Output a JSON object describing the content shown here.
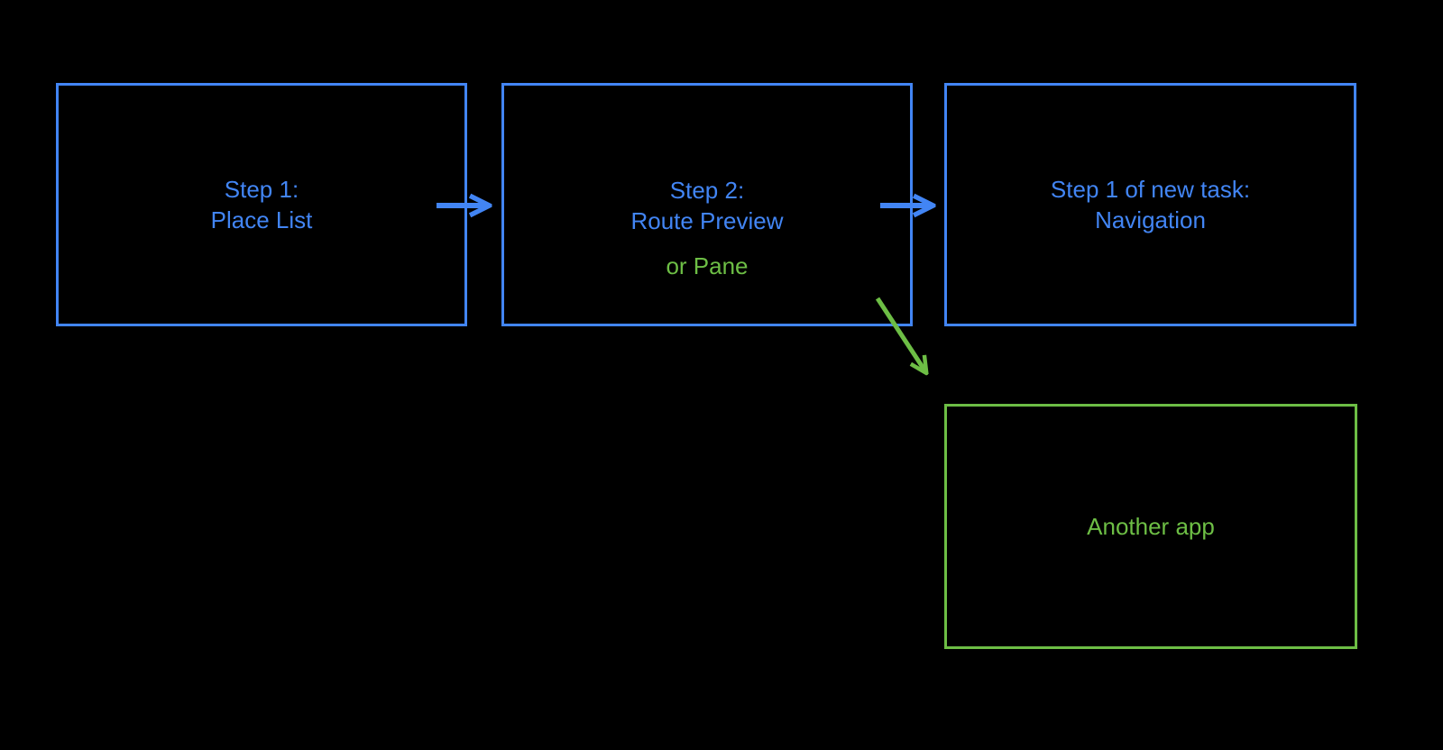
{
  "diagram": {
    "step1_box": {
      "line1": "Step 1:",
      "line2": "Place List"
    },
    "step2_box": {
      "line1": "Step 2:",
      "line2": "Route Preview",
      "note": "or Pane"
    },
    "new_task_box": {
      "line1": "Step 1 of new task:",
      "line2": "Navigation"
    },
    "another_app_box": {
      "label": "Another app"
    }
  },
  "colors": {
    "background": "#000000",
    "box_blue": "#4285f4",
    "accent_green": "#6dbe45"
  }
}
